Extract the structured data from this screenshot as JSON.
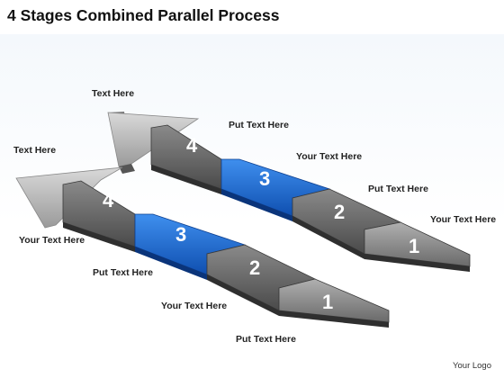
{
  "title": "4 Stages Combined Parallel Process",
  "logo_text": "Your Logo",
  "colors": {
    "highlight": "#1f6fd6",
    "stage": "#5e5e5e",
    "arrow_head": "#b5b5b5",
    "band": "#eef4fa"
  },
  "upper_arrow": {
    "head_label": "Text Here",
    "stages": [
      {
        "number": "4",
        "label": "Put Text Here",
        "highlight": false
      },
      {
        "number": "3",
        "label": "Your Text Here",
        "highlight": true
      },
      {
        "number": "2",
        "label": "Put Text Here",
        "highlight": false
      },
      {
        "number": "1",
        "label": "Your Text Here",
        "highlight": false
      }
    ]
  },
  "lower_arrow": {
    "head_label": "Text Here",
    "stages": [
      {
        "number": "4",
        "label": "Your Text Here",
        "highlight": false
      },
      {
        "number": "3",
        "label": "Put Text Here",
        "highlight": true
      },
      {
        "number": "2",
        "label": "Your Text Here",
        "highlight": false
      },
      {
        "number": "1",
        "label": "Put Text Here",
        "highlight": false
      }
    ]
  }
}
